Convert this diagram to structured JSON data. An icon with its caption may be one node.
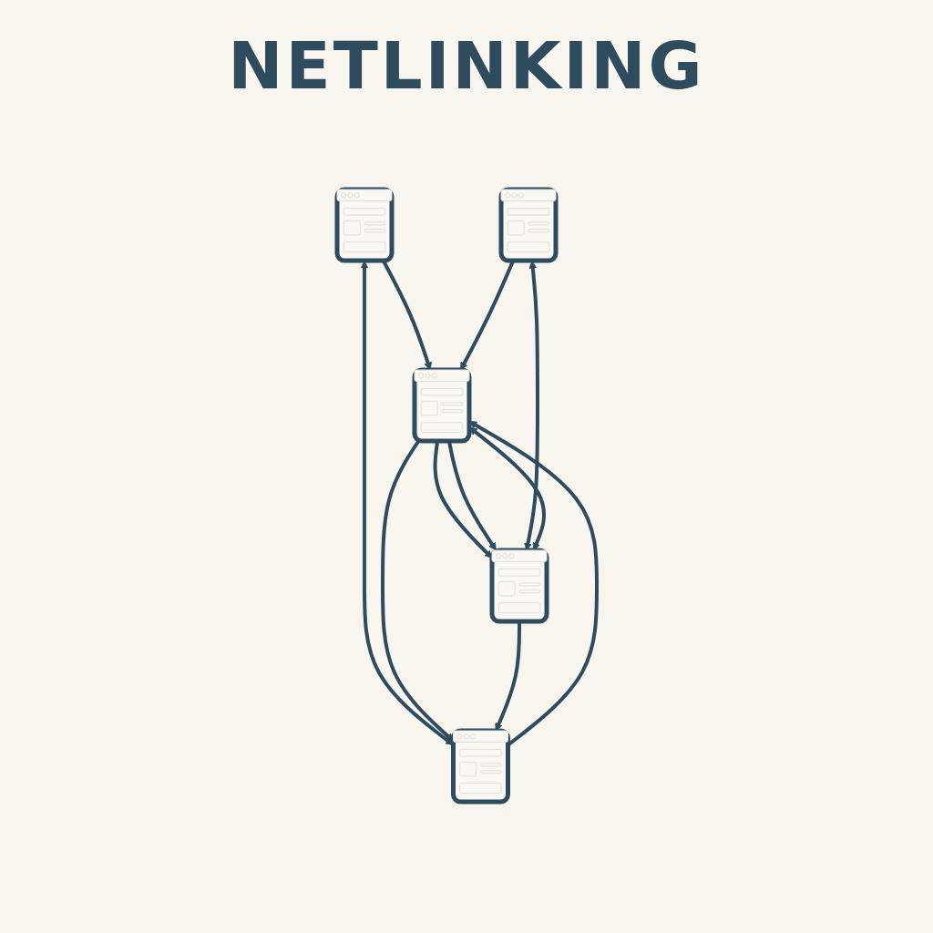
{
  "diagram": {
    "title": "NETLINKING",
    "nodes": [
      {
        "text": [],
        "shape": "picture"
      },
      {
        "text": [],
        "shape": "picture"
      },
      {
        "text": [],
        "shape": "picture"
      },
      {
        "text": [],
        "shape": "picture"
      },
      {
        "text": [],
        "shape": "picture"
      }
    ],
    "edges": [
      {
        "from": 0,
        "to": 1,
        "arrow": "to"
      },
      {
        "from": 2,
        "to": 1,
        "arrow": "to"
      },
      {
        "from": 0,
        "to": 3,
        "arrow": "both"
      },
      {
        "from": 1,
        "to": 3,
        "arrow": "to"
      },
      {
        "from": 1,
        "to": 4,
        "arrow": "to"
      },
      {
        "from": 1,
        "to": 4,
        "arrow": "to"
      },
      {
        "from": 2,
        "to": 4,
        "arrow": "both"
      },
      {
        "from": 3,
        "to": 1,
        "arrow": "to"
      },
      {
        "from": 1,
        "to": 4,
        "arrow": "both"
      },
      {
        "from": 4,
        "to": 3,
        "arrow": "to"
      }
    ]
  }
}
